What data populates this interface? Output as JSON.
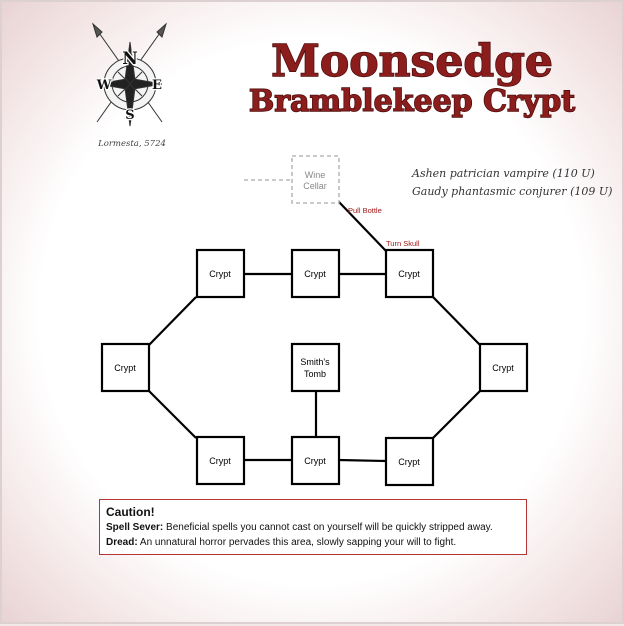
{
  "title": {
    "line1": "Moonsedge",
    "line2": "Bramblekeep Crypt"
  },
  "compass": {
    "north": "N",
    "south": "S",
    "east": "E",
    "west": "W",
    "caption": "Lormesta, 5724"
  },
  "creatures": [
    "Ashen patrician vampire (110 U)",
    "Gaudy phantasmic conjurer (109 U)"
  ],
  "rooms": {
    "wine_cellar": "Wine Cellar",
    "crypt_top_left": "Crypt",
    "crypt_top_mid": "Crypt",
    "crypt_top_right": "Crypt",
    "crypt_left": "Crypt",
    "smiths_tomb": "Smith's Tomb",
    "crypt_right": "Crypt",
    "crypt_bottom_left": "Crypt",
    "crypt_bottom_mid": "Crypt",
    "crypt_bottom_right": "Crypt"
  },
  "notes": {
    "pull_bottle": "Pull Bottle",
    "turn_skull": "Turn Skull"
  },
  "caution": {
    "title": "Caution!",
    "effects": [
      {
        "name": "Spell Sever:",
        "text": " Beneficial spells you cannot cast on yourself will be quickly stripped away."
      },
      {
        "name": "Dread:",
        "text": " An unnatural horror pervades this area, slowly sapping your will to fight."
      }
    ]
  },
  "colors": {
    "title": "#8c1d1d",
    "note": "#a31818",
    "caution_border": "#b53535",
    "background": "#ffffff"
  }
}
